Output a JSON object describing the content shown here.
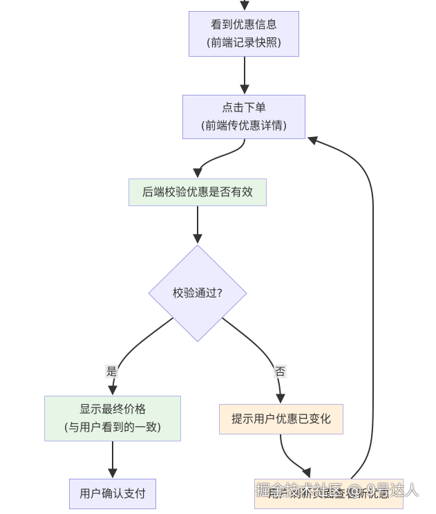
{
  "nodes": {
    "see_promo": {
      "line1": "看到优惠信息",
      "line2": "(前端记录快照)"
    },
    "place_order": {
      "line1": "点击下单",
      "line2": "(前端传优惠详情)"
    },
    "backend_check": {
      "line1": "后端校验优惠是否有效"
    },
    "decision": {
      "label": "校验通过?"
    },
    "show_price": {
      "line1": "显示最终价格",
      "line2": "(与用户看到的一致)"
    },
    "prompt_change": {
      "line1": "提示用户优惠已变化"
    },
    "confirm_pay": {
      "line1": "用户确认支付"
    },
    "refresh": {
      "line1": "用户刷新页面查看新优惠"
    }
  },
  "edges": {
    "yes_label": "是",
    "no_label": "否"
  },
  "watermark": "掘金技术社区 @ 9号达人",
  "colors": {
    "purple_fill": "#ececfe",
    "purple_border": "#9c9ce0",
    "green_fill": "#e6f5e6",
    "orange_fill": "#fff0dc",
    "edge": "#333333"
  }
}
